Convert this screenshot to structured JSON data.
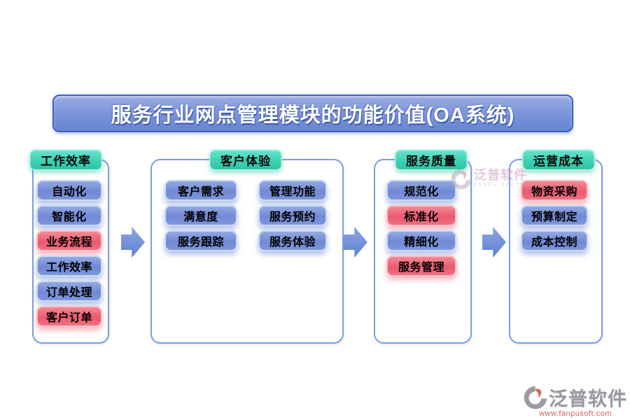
{
  "title": "服务行业网点管理模块的功能价值(OA系统)",
  "columns": [
    {
      "header": "工作效率",
      "items": [
        {
          "label": "自动化",
          "variant": "blue"
        },
        {
          "label": "智能化",
          "variant": "blue"
        },
        {
          "label": "业务流程",
          "variant": "red"
        },
        {
          "label": "工作效率",
          "variant": "blue"
        },
        {
          "label": "订单处理",
          "variant": "blue"
        },
        {
          "label": "客户订单",
          "variant": "red"
        }
      ]
    },
    {
      "header": "客户体验",
      "items": [
        {
          "label": "客户需求",
          "variant": "blue"
        },
        {
          "label": "管理功能",
          "variant": "blue"
        },
        {
          "label": "满意度",
          "variant": "blue"
        },
        {
          "label": "服务预约",
          "variant": "blue"
        },
        {
          "label": "服务跟踪",
          "variant": "blue"
        },
        {
          "label": "服务体验",
          "variant": "blue"
        }
      ]
    },
    {
      "header": "服务质量",
      "items": [
        {
          "label": "规范化",
          "variant": "blue"
        },
        {
          "label": "标准化",
          "variant": "red"
        },
        {
          "label": "精细化",
          "variant": "blue"
        },
        {
          "label": "服务管理",
          "variant": "red"
        }
      ]
    },
    {
      "header": "运营成本",
      "items": [
        {
          "label": "物资采购",
          "variant": "red"
        },
        {
          "label": "预算制定",
          "variant": "blue"
        },
        {
          "label": "成本控制",
          "variant": "blue"
        }
      ]
    }
  ],
  "watermark": {
    "name": "泛普软件",
    "subtitle": "FANPU SOFTWARE"
  },
  "footer": {
    "brand": "泛普软件",
    "website": "www.fanpusoft.com"
  },
  "colors": {
    "banner_blue": "#6f8cd6",
    "header_teal": "#30c7a9",
    "item_blue": "#7189d5",
    "item_red": "#e95a6e",
    "arrow_blue": "#5f80d0",
    "brand_gray": "#9999a3",
    "brand_red": "#d95f4e"
  }
}
